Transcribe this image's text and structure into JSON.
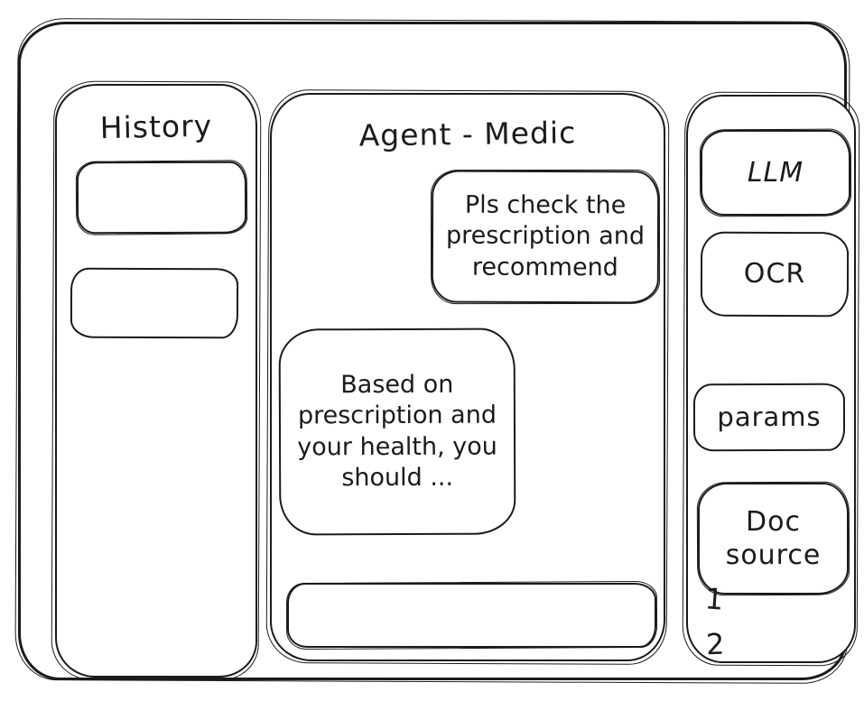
{
  "window": {
    "title": "Agent - Medic",
    "colors": {
      "ink": "#1b1b1b",
      "background": "#ffffff"
    }
  },
  "history": {
    "title": "History",
    "items": [
      {
        "label": ""
      },
      {
        "label": ""
      }
    ]
  },
  "chat": {
    "title": "Agent - Medic",
    "messages": [
      {
        "role": "user",
        "align": "right",
        "text": "Pls check the prescription and recommend"
      },
      {
        "role": "assistant",
        "align": "left",
        "text": "Based on prescription and your health, you should ..."
      }
    ],
    "input": {
      "value": "",
      "placeholder": ""
    }
  },
  "tools": {
    "buttons": [
      {
        "label": "LLM"
      },
      {
        "label": "OCR"
      },
      {
        "label": "params"
      },
      {
        "label": "Doc source"
      }
    ],
    "doc_items": [
      "1",
      "2"
    ]
  }
}
